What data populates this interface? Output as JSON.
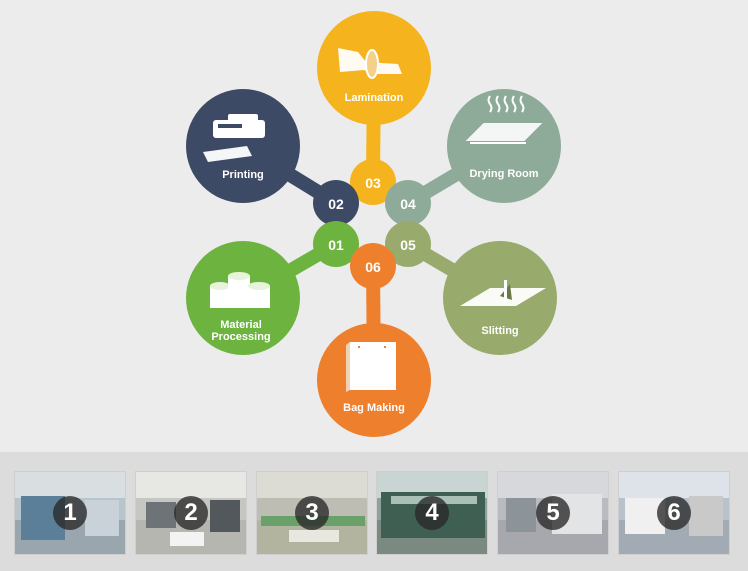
{
  "steps": [
    {
      "num": "01",
      "label_lines": [
        "Material",
        "Processing"
      ],
      "color": "#6db33f",
      "icon": "paper-rolls-icon"
    },
    {
      "num": "02",
      "label_lines": [
        "Printing"
      ],
      "color": "#3d4a66",
      "icon": "printer-icon"
    },
    {
      "num": "03",
      "label_lines": [
        "Lamination"
      ],
      "color": "#f5b41e",
      "icon": "film-roll-icon"
    },
    {
      "num": "04",
      "label_lines": [
        "Drying Room"
      ],
      "color": "#8eaa98",
      "icon": "heated-sheet-icon"
    },
    {
      "num": "05",
      "label_lines": [
        "Slitting"
      ],
      "color": "#99ab6c",
      "icon": "slitting-blade-icon"
    },
    {
      "num": "06",
      "label_lines": [
        "Bag Making"
      ],
      "color": "#ee7f2d",
      "icon": "bag-icon"
    }
  ],
  "photos": [
    {
      "num": "1"
    },
    {
      "num": "2"
    },
    {
      "num": "3"
    },
    {
      "num": "4"
    },
    {
      "num": "5"
    },
    {
      "num": "6"
    }
  ]
}
